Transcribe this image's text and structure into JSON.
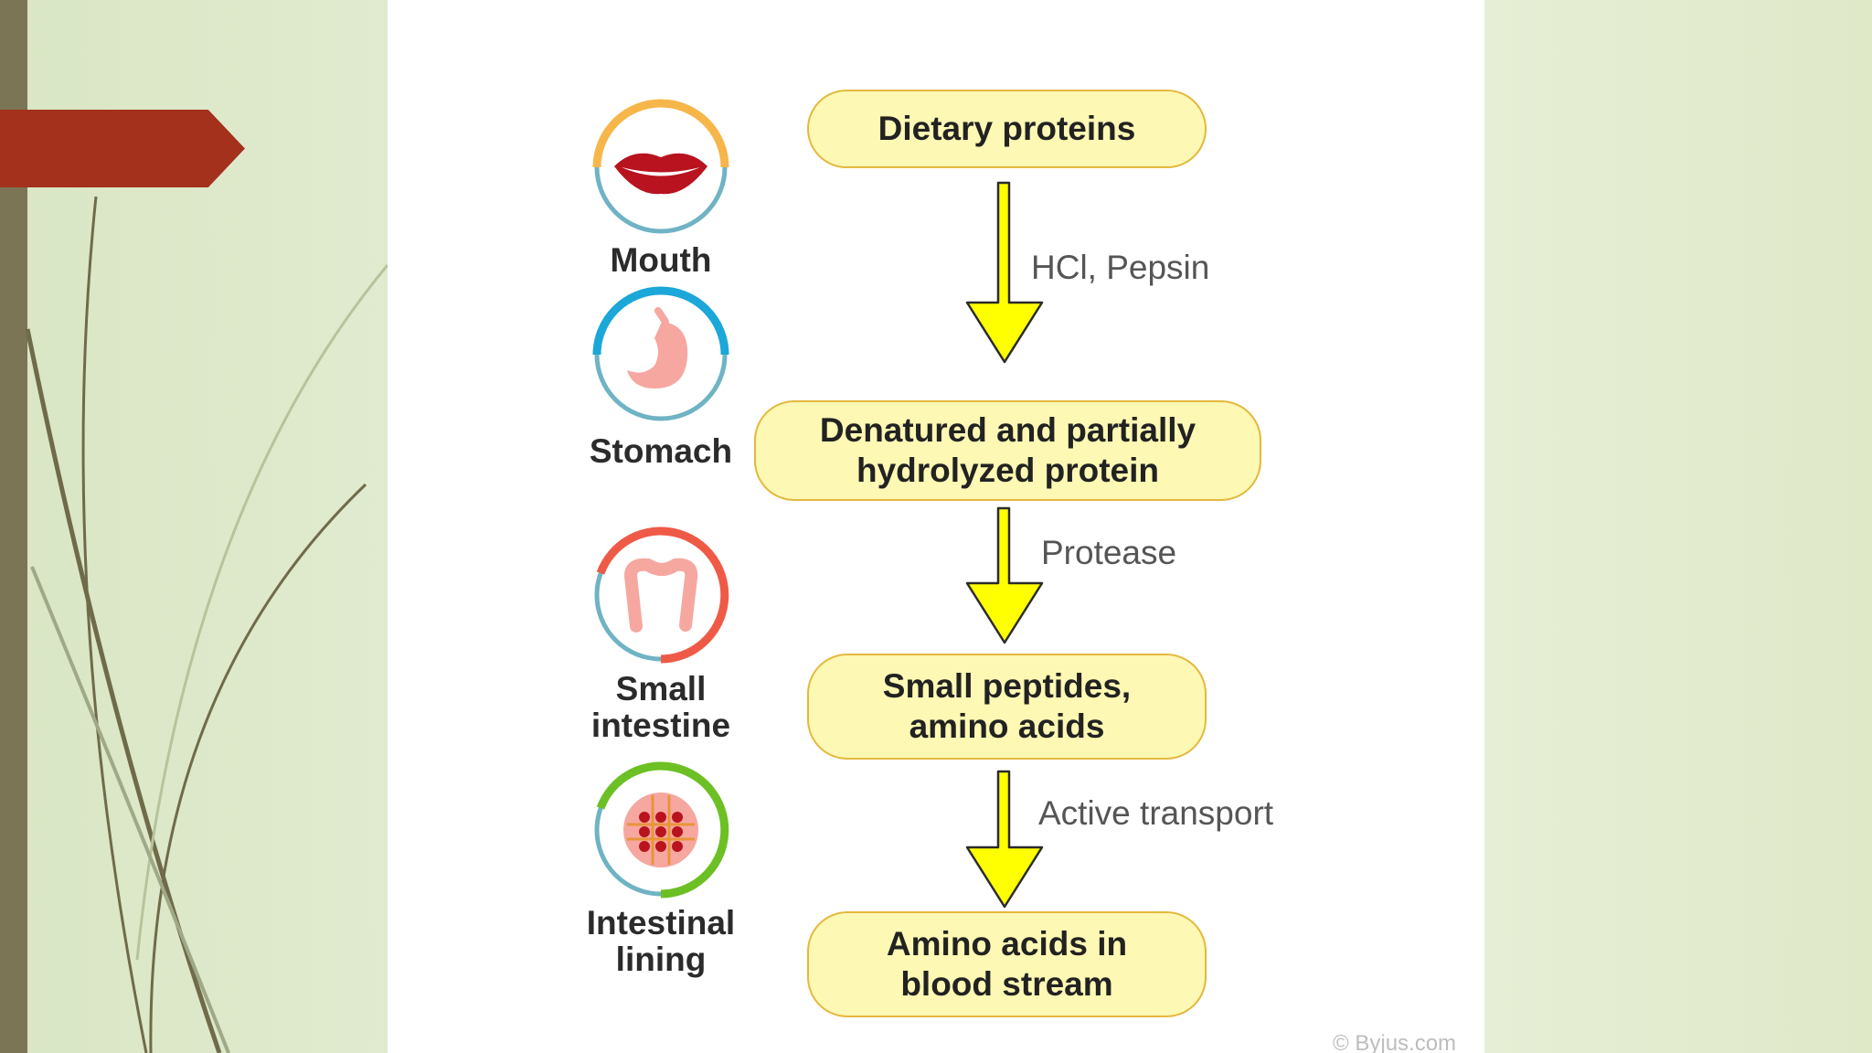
{
  "organs": [
    {
      "label": "Mouth",
      "icon": "mouth-icon"
    },
    {
      "label": "Stomach",
      "icon": "stomach-icon"
    },
    {
      "label": "Small\nintestine",
      "icon": "small-intestine-icon"
    },
    {
      "label": "Intestinal\nlining",
      "icon": "intestinal-lining-icon"
    }
  ],
  "steps": [
    {
      "label": "Dietary proteins"
    },
    {
      "label": "Denatured and partially\nhydrolyzed protein"
    },
    {
      "label": "Small peptides,\namino acids"
    },
    {
      "label": "Amino acids in\nblood stream"
    }
  ],
  "transitions": [
    {
      "label": "HCl, Pepsin"
    },
    {
      "label": "Protease"
    },
    {
      "label": "Active transport"
    }
  ],
  "credit": "© Byjus.com",
  "colors": {
    "box_fill": "#fdf8b3",
    "box_border": "#e4b83e",
    "arrow_fill": "#ffff00",
    "pointer": "#a3311b",
    "left_bar": "#7b7556",
    "ring_mouth": "#f6b64a",
    "ring_stomach": "#1ba7d8",
    "ring_intestine": "#ef5a47",
    "ring_lining": "#6cc024",
    "ring_base": "#6fb3c4"
  }
}
